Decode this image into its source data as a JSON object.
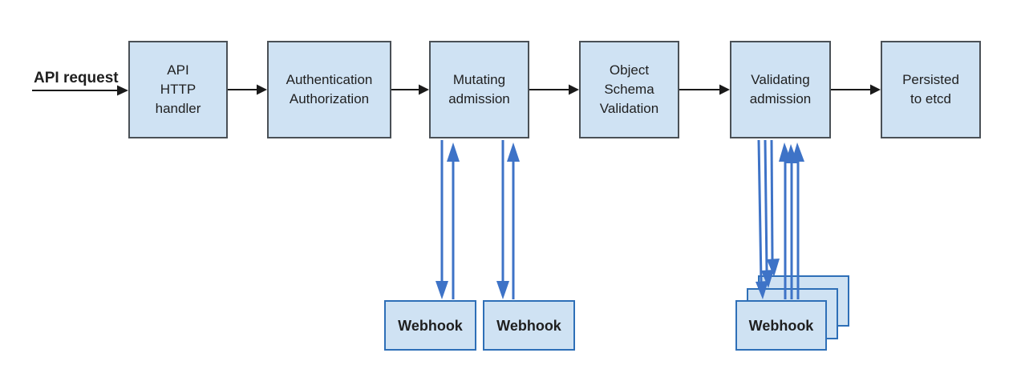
{
  "labels": {
    "api_request": "API request"
  },
  "nodes": [
    {
      "id": "api-http-handler",
      "label": "API\nHTTP\nhandler"
    },
    {
      "id": "authentication-authorization",
      "label": "Authentication\nAuthorization"
    },
    {
      "id": "mutating-admission",
      "label": "Mutating\nadmission"
    },
    {
      "id": "object-schema-validation",
      "label": "Object\nSchema\nValidation"
    },
    {
      "id": "validating-admission",
      "label": "Validating\nadmission"
    },
    {
      "id": "persisted-to-etcd",
      "label": "Persisted\nto etcd"
    }
  ],
  "webhooks": {
    "mutating": [
      {
        "label": "Webhook"
      },
      {
        "label": "Webhook"
      }
    ],
    "validating": {
      "label": "Webhook",
      "stack_count": 3
    }
  },
  "colors": {
    "background": "#ffffff",
    "node_fill": "#cfe2f3",
    "node_border": "#4a5056",
    "webhook_border": "#2e6fb7",
    "arrow_blue": "#3e73c7",
    "arrow_black": "#1a1a1a",
    "text": "#1f1f1f"
  }
}
